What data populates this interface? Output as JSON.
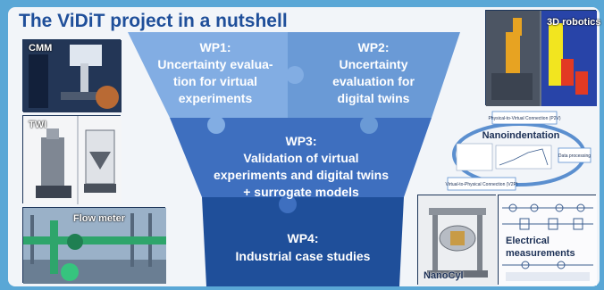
{
  "title": "The ViDiT project in a nutshell",
  "packages": {
    "wp1": {
      "head": "WP1:",
      "lines": [
        "Uncertainty evalua-",
        "tion for virtual",
        "experiments"
      ]
    },
    "wp2": {
      "head": "WP2:",
      "lines": [
        "Uncertainty",
        "evaluation for",
        "digital twins"
      ]
    },
    "wp3": {
      "head": "WP3:",
      "lines": [
        "Validation of virtual",
        "experiments and digital twins",
        "+ surrogate models"
      ]
    },
    "wp4": {
      "head": "WP4:",
      "lines": [
        "Industrial case studies"
      ]
    }
  },
  "figures": {
    "cmm": "CMM",
    "twi": "TWI",
    "flow_meter": "Flow meter",
    "robotics": "3D robotics",
    "nanoindentation": {
      "title": "Nanoindentation",
      "p2v": "Physical-to-Virtual Connection (P2V)",
      "v2p": "Virtual-to-Physical Connection (V2P)",
      "data": "Data processing"
    },
    "nanocyl": "NanoCyl",
    "electrical": [
      "Electrical",
      "measurements"
    ]
  },
  "colors": {
    "frame": "#5aa7d6",
    "title": "#1f4f9a",
    "wp1": "#82ade3",
    "wp2": "#6a9ad6",
    "wp3": "#3e6fbf",
    "wp4": "#1f4f9a"
  }
}
